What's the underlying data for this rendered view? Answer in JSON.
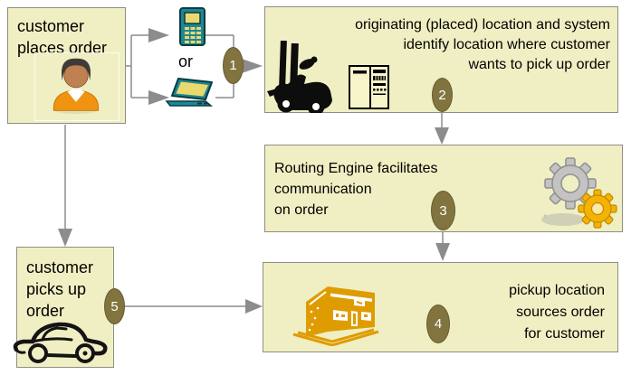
{
  "colors": {
    "box_fill": "#f0efc3",
    "box_border": "#8e8e84",
    "badge_fill": "#82743f",
    "badge_text": "#ffffff",
    "arrow": "#8c8c8c",
    "text": "#000000",
    "device_teal": "#1d8795",
    "device_screen": "#ecd96d",
    "store_orange": "#df9c00",
    "gear_gray": "#c3c3c3",
    "gear_yellow": "#f4b304"
  },
  "boxes": {
    "customer_places_order": {
      "lines": [
        "customer",
        "places order"
      ]
    },
    "originating_location": {
      "lines": [
        "originating (placed) location and system",
        "identify location where customer",
        "wants to pick up order"
      ]
    },
    "routing_engine": {
      "lines": [
        "Routing Engine facilitates",
        "communication",
        "on order"
      ]
    },
    "pickup_location": {
      "lines": [
        "pickup location",
        "sources order",
        "for customer"
      ]
    },
    "customer_picks_up": {
      "lines": [
        "customer",
        "picks up",
        "order"
      ]
    }
  },
  "connector": {
    "or_label": "or"
  },
  "badges": {
    "step1": "1",
    "step2": "2",
    "step3": "3",
    "step4": "4",
    "step5": "5"
  },
  "icons": {
    "customer_places_order": "person-icon",
    "channel_top": "mobile-phone-icon",
    "channel_bottom": "laptop-icon",
    "originating_location": [
      "forklift-icon",
      "server-rack-icon"
    ],
    "routing_engine": "gears-icon",
    "pickup_location": "store-building-icon",
    "customer_picks_up": "car-icon"
  }
}
